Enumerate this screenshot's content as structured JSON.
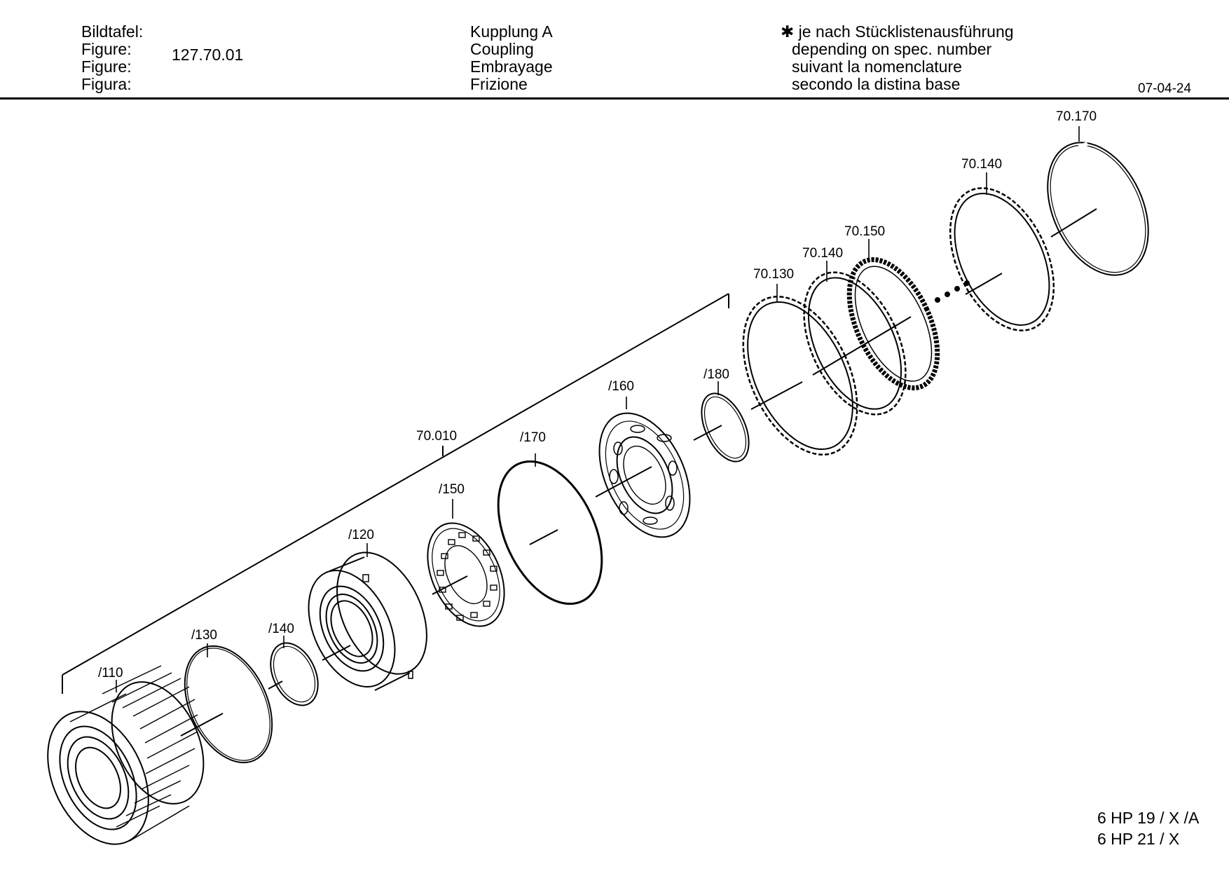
{
  "header": {
    "labels": [
      "Bildtafel:",
      "Figure:",
      "Figure:",
      "Figura:"
    ],
    "figure_number": "127.70.01",
    "titles": [
      "Kupplung A",
      "Coupling",
      "Embrayage",
      "Frizione"
    ],
    "note_marker": "✱",
    "note": [
      "je nach Stücklistenausführung",
      "depending on spec. number",
      "suivant la nomenclature",
      "secondo la distina base"
    ],
    "date": "07-04-24"
  },
  "models": [
    "6 HP 19 / X /A",
    "6 HP 21 / X"
  ],
  "callouts": {
    "c110": "/110",
    "c130": "/130",
    "c140": "/140",
    "c120": "/120",
    "c150": "/150",
    "c170": "/170",
    "c160": "/160",
    "c180": "/180",
    "c70010": "70.010",
    "c70130": "70.130",
    "c70140a": "70.140",
    "c70150": "70.150",
    "c70140b": "70.140",
    "c70170": "70.170"
  }
}
